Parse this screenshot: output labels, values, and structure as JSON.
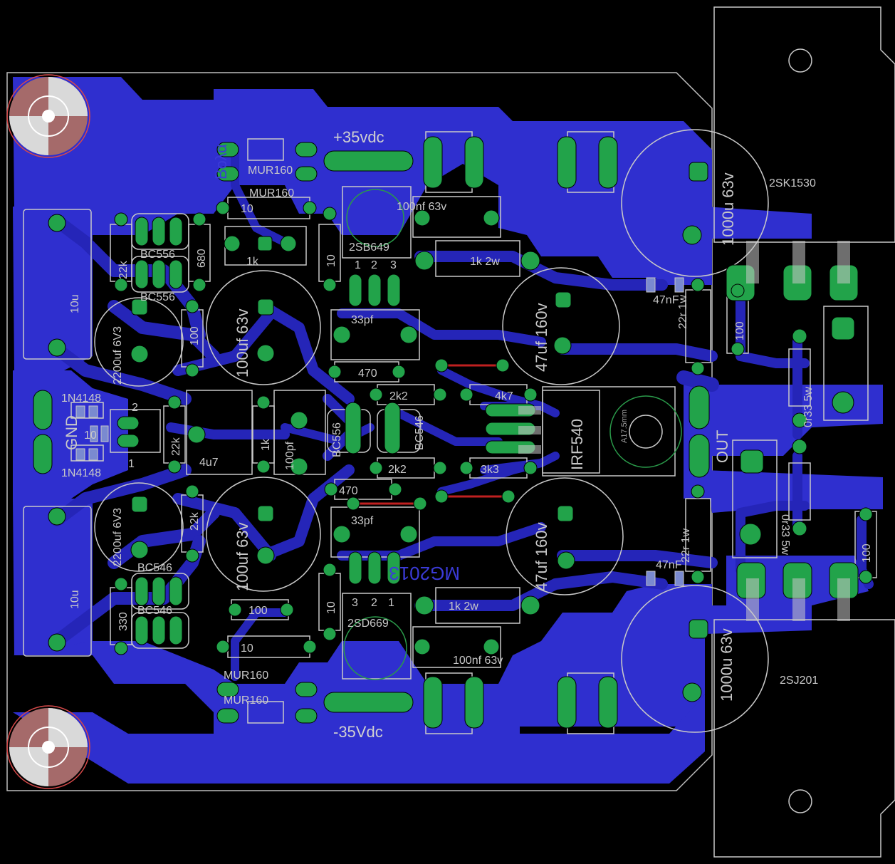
{
  "colors": {
    "background": "#000000",
    "copper": "#2f2fcf",
    "trace": "#2525b8",
    "pad": "#22a34a",
    "silkscreen": "#c8c8c8",
    "label_blue": "#3b3bd8",
    "jumper": "#c02020",
    "mount_hole": "#b07070"
  },
  "rails": {
    "positive": "+35vdc",
    "negative": "-35Vdc"
  },
  "connector": {
    "ground": "GND",
    "output": "OUT"
  },
  "board_labels": {
    "signature": "Βολα",
    "design": "MG2013"
  },
  "transistors": {
    "upper_power": "2SK1530",
    "lower_power": "2SJ201",
    "driver_top": "2SB649",
    "driver_bottom": "2SD669",
    "mosfet": "IRF540",
    "heatsink_note": "A17.5mm",
    "q1": "BC556",
    "q2": "BC556",
    "q3": "BC546",
    "q4": "BC546",
    "q5": "BC556",
    "q6": "BC546"
  },
  "pins": {
    "p1": "1",
    "p2": "2",
    "p3": "3"
  },
  "capacitors": {
    "c_big_top": "1000u 63v",
    "c_big_bottom": "1000u 63v",
    "c_100uf_top": "100uf 63v",
    "c_100uf_bottom": "100uf 63v",
    "c_47uf_top": "47uf 160v",
    "c_47uf_bottom": "47uf 160v",
    "c_2200_top": "2200uf 6V3",
    "c_2200_bottom": "2200uf 6V3",
    "c_10u_top": "10u",
    "c_10u_bottom": "10u",
    "c_100nf_top": "100nf 63v",
    "c_100nf_bottom": "100nf 63v",
    "c_33pf_top": "33pf",
    "c_33pf_bottom": "33pf",
    "c_47n_top": "47nF",
    "c_47n_bottom": "47nF",
    "c_4u7": "4u7",
    "c_100pf": "100pf"
  },
  "resistors": {
    "r_22k_a": "22k",
    "r_22k_b": "22k",
    "r_22k_c": "22k",
    "r_680": "680",
    "r_100_a": "100",
    "r_100_b": "100",
    "r_100_c": "100",
    "r_100_d": "100",
    "r_10_a": "10",
    "r_10_b": "10",
    "r_10_c": "10",
    "r_10_d": "10",
    "r_10_e": "10",
    "r_1k_a": "1k",
    "r_1k_b": "1k",
    "r_1k2w_a": "1k 2w",
    "r_1k2w_b": "1k 2w",
    "r_470_a": "470",
    "r_470_b": "470",
    "r_2k2_a": "2k2",
    "r_2k2_b": "2k2",
    "r_4k7": "4k7",
    "r_3k3": "3k3",
    "r_330": "330",
    "r_22r_top": "22r 1w",
    "r_22r_bottom": "22r 1w",
    "r_0r33_top": "0r33 5w",
    "r_0r33_bottom": "0r33 5w"
  },
  "diodes": {
    "d1": "MUR160",
    "d2": "MUR160",
    "d3": "MUR160",
    "d4": "MUR160",
    "d5": "1N4148",
    "d6": "1N4148"
  }
}
